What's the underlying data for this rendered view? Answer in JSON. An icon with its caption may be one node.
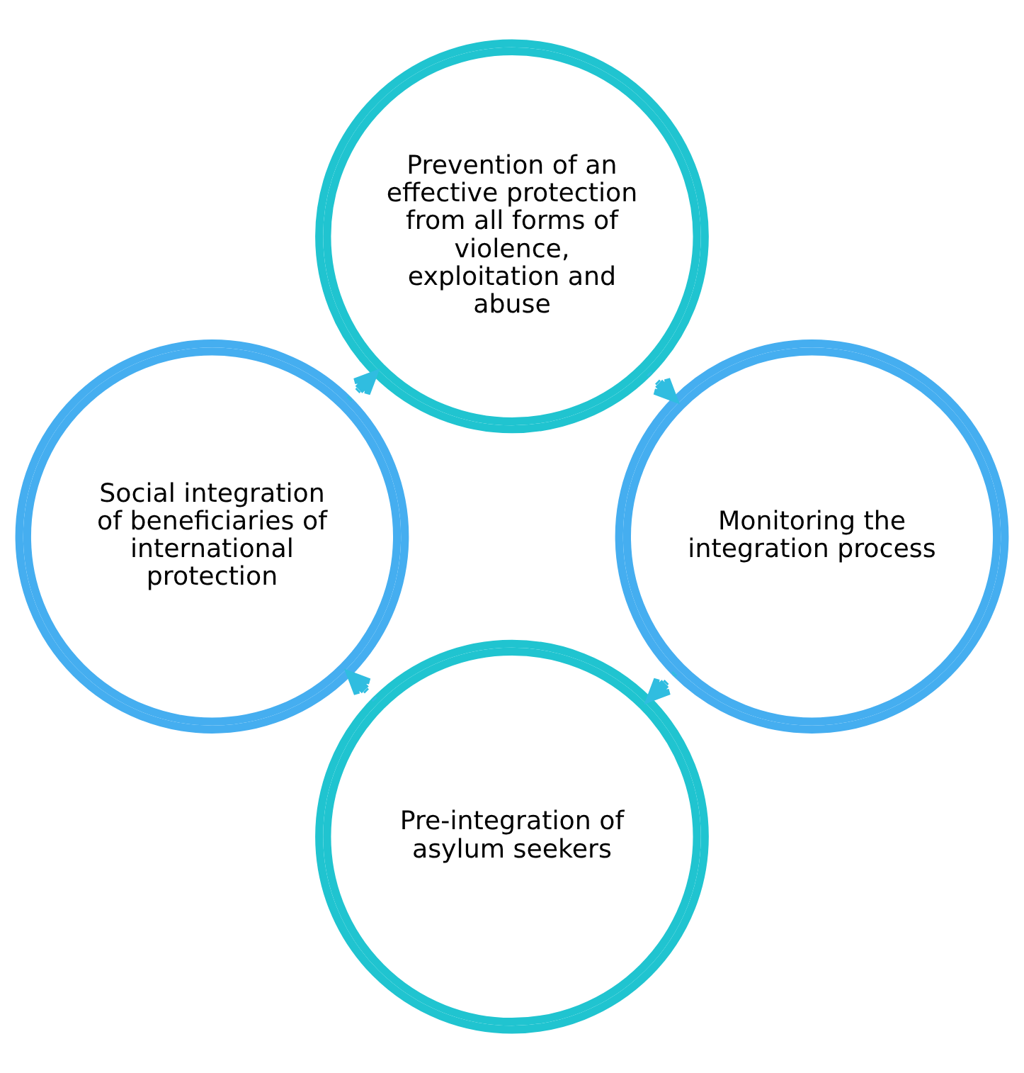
{
  "diagram": {
    "nodes": [
      {
        "text": [
          "Pre-integration of asylum seekers"
        ]
      },
      {
        "text": [
          "Social integration of beneficiaries of international protection"
        ]
      },
      {
        "text": [
          "Prevention of an effective protection from all forms of violence, exploitation and abuse"
        ]
      },
      {
        "text": [
          "Monitoring the integration process"
        ]
      }
    ],
    "edges": [
      {
        "from": 0,
        "to": 1,
        "arrow": "to",
        "style": "dashed"
      },
      {
        "from": 1,
        "to": 2,
        "arrow": "to",
        "style": "dashed"
      },
      {
        "from": 2,
        "to": 3,
        "arrow": "to",
        "style": "dashed"
      },
      {
        "from": 3,
        "to": 0,
        "arrow": "to",
        "style": "dashed"
      }
    ]
  }
}
